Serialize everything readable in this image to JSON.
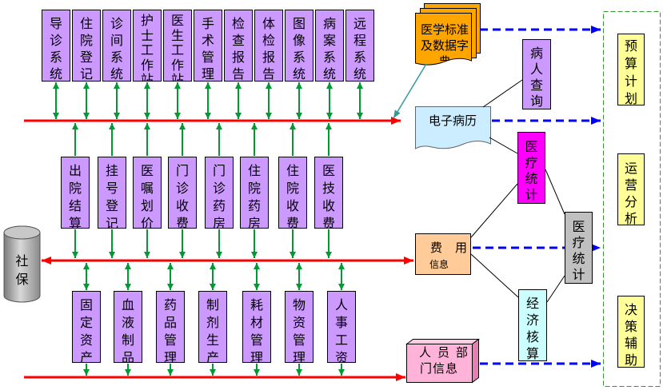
{
  "diagram": {
    "top_systems": [
      "导诊系统",
      "住院登记",
      "诊间系统",
      "护士工作站",
      "医生工作站",
      "手术管理",
      "检查报告",
      "体检报告",
      "图像系统",
      "病案系统",
      "远程系统"
    ],
    "middle_systems": [
      "出院结算",
      "挂号登记",
      "医嘱划价",
      "门诊收费",
      "门诊药房",
      "住院药房",
      "住院收费",
      "医技收费"
    ],
    "bottom_systems": [
      "固定资产",
      "血液制品",
      "药品管理",
      "制剂生产",
      "耗材管理",
      "物资管理",
      "人事工资"
    ],
    "social_security": "社保",
    "medical_standards": "医学标准及数据字典",
    "emr": "电子病历",
    "patient_query": "病人查询",
    "medical_statistics": "医疗统计",
    "fee_info": {
      "line1": "费用",
      "line2": "信息"
    },
    "staff_dept_info": {
      "line1": "人员部",
      "line2": "门信息"
    },
    "economic_accounting": "经济核算",
    "statistics_summary": "医疗统计",
    "decision_outputs": [
      "预算计划",
      "运营分析",
      "决策辅助"
    ]
  },
  "colors": {
    "module_fill": "#cc99ff",
    "bus_line": "#ff0000",
    "connector": "#009933",
    "data_flow": "#0000ff",
    "standards_link": "#339999",
    "output_panel_border": "#339933",
    "output_fill": "#ffff99",
    "medical_statistics_fill": "#ff00ff",
    "statistics_summary_fill": "#c0c0c0",
    "economic_accounting_fill": "#ccffff",
    "fee_info_fill": "#ffcc99",
    "emr_fill": "#ccecff",
    "standards_fill": "#ffa500",
    "staff_dept_fill": "#ffb3d9"
  }
}
